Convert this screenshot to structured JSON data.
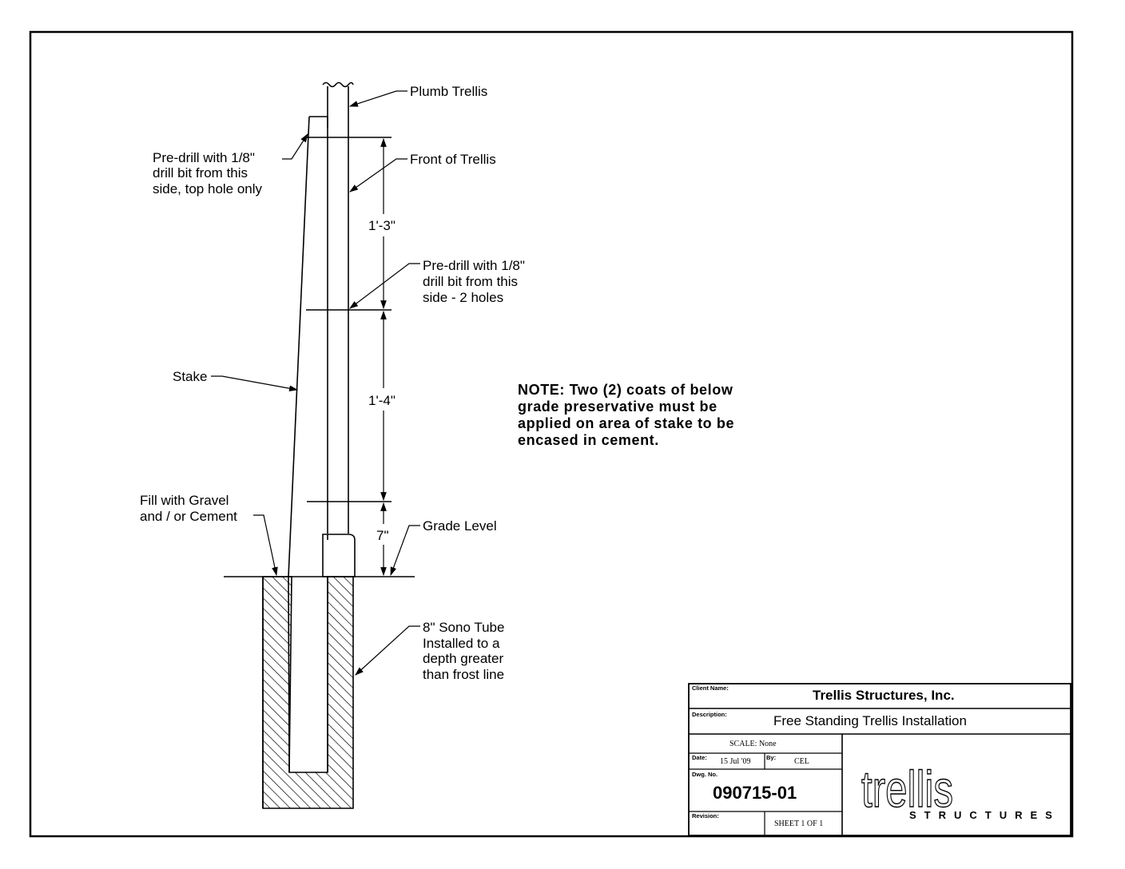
{
  "labels": {
    "plumb_trellis": "Plumb Trellis",
    "front_of_trellis": "Front of Trellis",
    "predrill_top": [
      "Pre-drill with 1/8\"",
      "drill bit from this",
      "side, top hole only"
    ],
    "predrill_side": [
      "Pre-drill with 1/8\"",
      "drill bit from this",
      "side - 2 holes"
    ],
    "stake": "Stake",
    "fill": [
      "Fill with Gravel",
      "and / or Cement"
    ],
    "grade_level": "Grade Level",
    "sono_tube": [
      "8\" Sono Tube",
      "Installed to a",
      "depth greater",
      "than frost line"
    ]
  },
  "dimensions": {
    "upper": "1'-3\"",
    "middle": "1'-4\"",
    "lower": "7\""
  },
  "note": [
    "NOTE: Two (2) coats of below",
    "grade preservative must be",
    "applied on area of stake to be",
    "encased in cement."
  ],
  "title_block": {
    "client_label": "Client Name:",
    "client_value": "Trellis Structures, Inc.",
    "description_label": "Description:",
    "description_value": "Free Standing Trellis Installation",
    "scale_text": "SCALE: None",
    "date_label": "Date:",
    "date_value": "15 Jul '09",
    "by_label": "By:",
    "by_value": "CEL",
    "dwg_label": "Dwg. No.",
    "dwg_value": "090715-01",
    "revision_label": "Revision:",
    "sheet_text": "SHEET 1 OF 1",
    "logo_word": "trellis",
    "logo_sub": "STRUCTURES"
  }
}
